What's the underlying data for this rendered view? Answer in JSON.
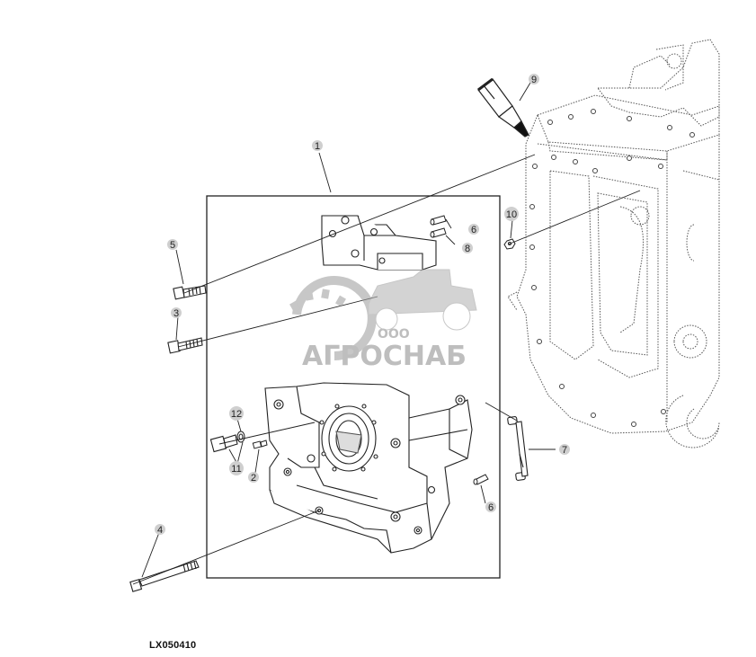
{
  "figure": {
    "id": "LX050410"
  },
  "watermark": {
    "line1": "ООО",
    "line2": "АГРОСНАБ",
    "color": "#9a9a9a"
  },
  "callouts": {
    "c1": "1",
    "c2": "2",
    "c3": "3",
    "c4": "4",
    "c5": "5",
    "c6a": "6",
    "c6b": "6",
    "c7": "7",
    "c8": "8",
    "c9": "9",
    "c10": "10",
    "c11a": "11",
    "c11b": "11",
    "c12": "12"
  },
  "colors": {
    "line": "#2a2a2a",
    "dotted": "#555555",
    "callout_circle": "#cfcfcf"
  }
}
